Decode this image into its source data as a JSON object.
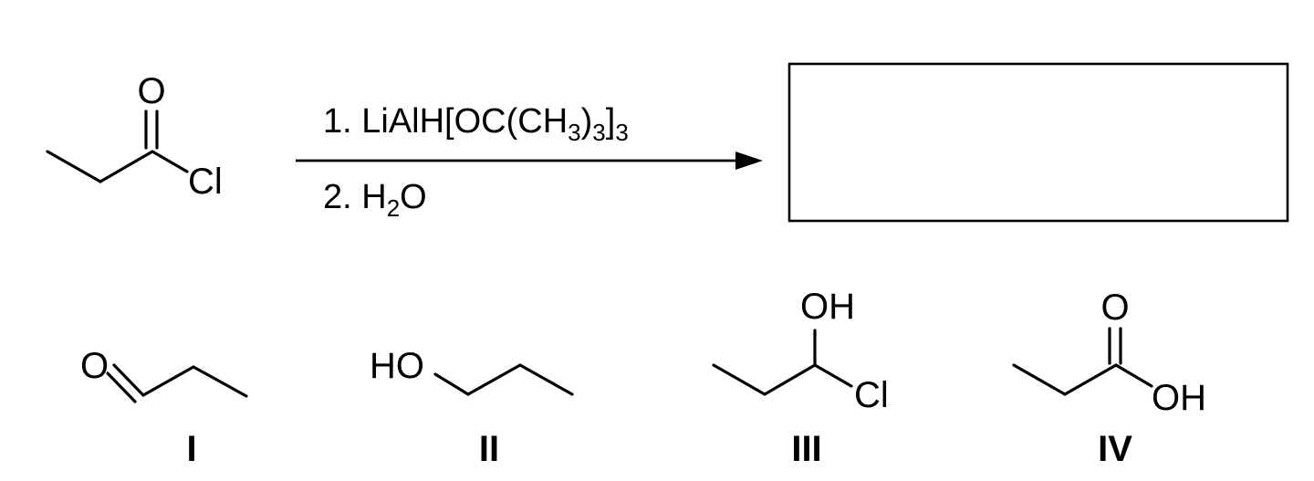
{
  "reactant": {
    "atom_o": "O",
    "atom_cl": "Cl"
  },
  "reagents": {
    "step1_prefix": "1. LiAlH[OC(CH",
    "step1_sub1": "3",
    "step1_mid": ")",
    "step1_sub2": "3",
    "step1_close": "]",
    "step1_sub3": "3",
    "step2_prefix": "2. H",
    "step2_sub": "2",
    "step2_suffix": "O"
  },
  "choices": [
    {
      "label": "I",
      "atoms": [
        "O"
      ]
    },
    {
      "label": "II",
      "atoms": [
        "HO"
      ]
    },
    {
      "label": "III",
      "atoms": [
        "OH",
        "Cl"
      ]
    },
    {
      "label": "IV",
      "atoms": [
        "O",
        "OH"
      ]
    }
  ]
}
